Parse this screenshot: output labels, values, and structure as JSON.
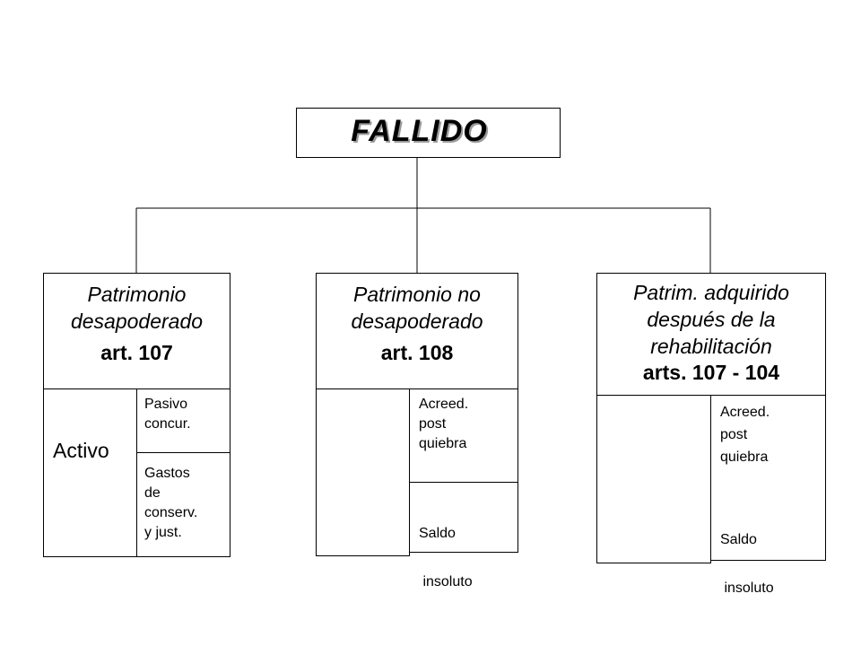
{
  "root": {
    "label": "FALLIDO"
  },
  "branches": [
    {
      "title_lines": [
        "Patrimonio",
        "desapoderado"
      ],
      "article": "art. 107",
      "left_label": "Activo",
      "right_top_lines": [
        "Pasivo",
        "concur."
      ],
      "right_bottom_lines": [
        "Gastos",
        "de",
        "conserv.",
        "y just."
      ]
    },
    {
      "title_lines": [
        "Patrimonio no",
        "desapoderado"
      ],
      "article": "art. 108",
      "left_label": "",
      "right_top_lines": [
        "Acreed.",
        "post",
        "quiebra"
      ],
      "right_bottom_lines": [
        "Saldo",
        " insoluto"
      ]
    },
    {
      "title_lines": [
        "Patrim. adquirido",
        "después de la",
        "rehabilitación"
      ],
      "article": "arts. 107 - 104",
      "left_label": "",
      "right_top_lines": [
        "Acreed.",
        "post",
        "quiebra"
      ],
      "right_bottom_lines": [
        "Saldo",
        " insoluto"
      ]
    }
  ]
}
